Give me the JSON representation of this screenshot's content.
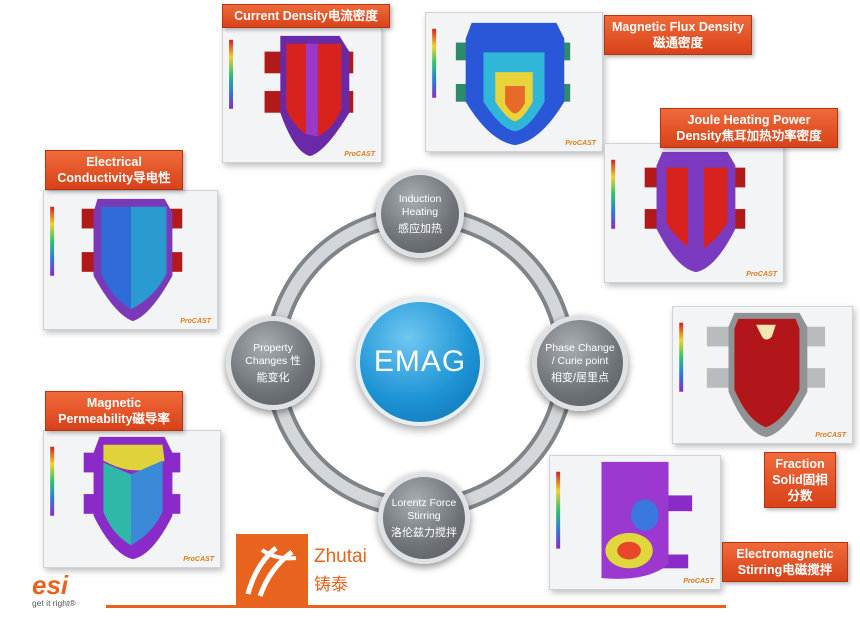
{
  "center": {
    "label": "EMAG"
  },
  "nodes": {
    "top": {
      "en": "Induction Heating",
      "cn": "感应加热"
    },
    "right": {
      "en": "Phase Change / Curie point",
      "cn": "相变/居里点"
    },
    "bottom": {
      "en": "Lorentz Force Stirring",
      "cn": "洛伦兹力搅拌"
    },
    "left": {
      "en": "Property Changes 性",
      "cn": "能变化"
    }
  },
  "labels": {
    "current_density": "Current Density电流密度",
    "magnetic_flux": "Magnetic Flux Density 磁通密度",
    "joule_heating": "Joule Heating Power Density焦耳加热功率密度",
    "electrical_conductivity": "Electrical Conductivity导电性",
    "magnetic_permeability": "Magnetic Permeability磁导率",
    "fraction_solid": "Fraction Solid固相分数",
    "electromagnetic_stirring": "Electromagnetic Stirring电磁搅拌"
  },
  "procast": "ProCAST",
  "brand": {
    "zhutai_en": "Zhutai",
    "zhutai_cn": "铸泰",
    "esi": "esi",
    "esi_tagline": "get it right®"
  },
  "colors": {
    "accent": "#e8641e",
    "hub": "#1f95d6",
    "node": "#6d7277"
  }
}
